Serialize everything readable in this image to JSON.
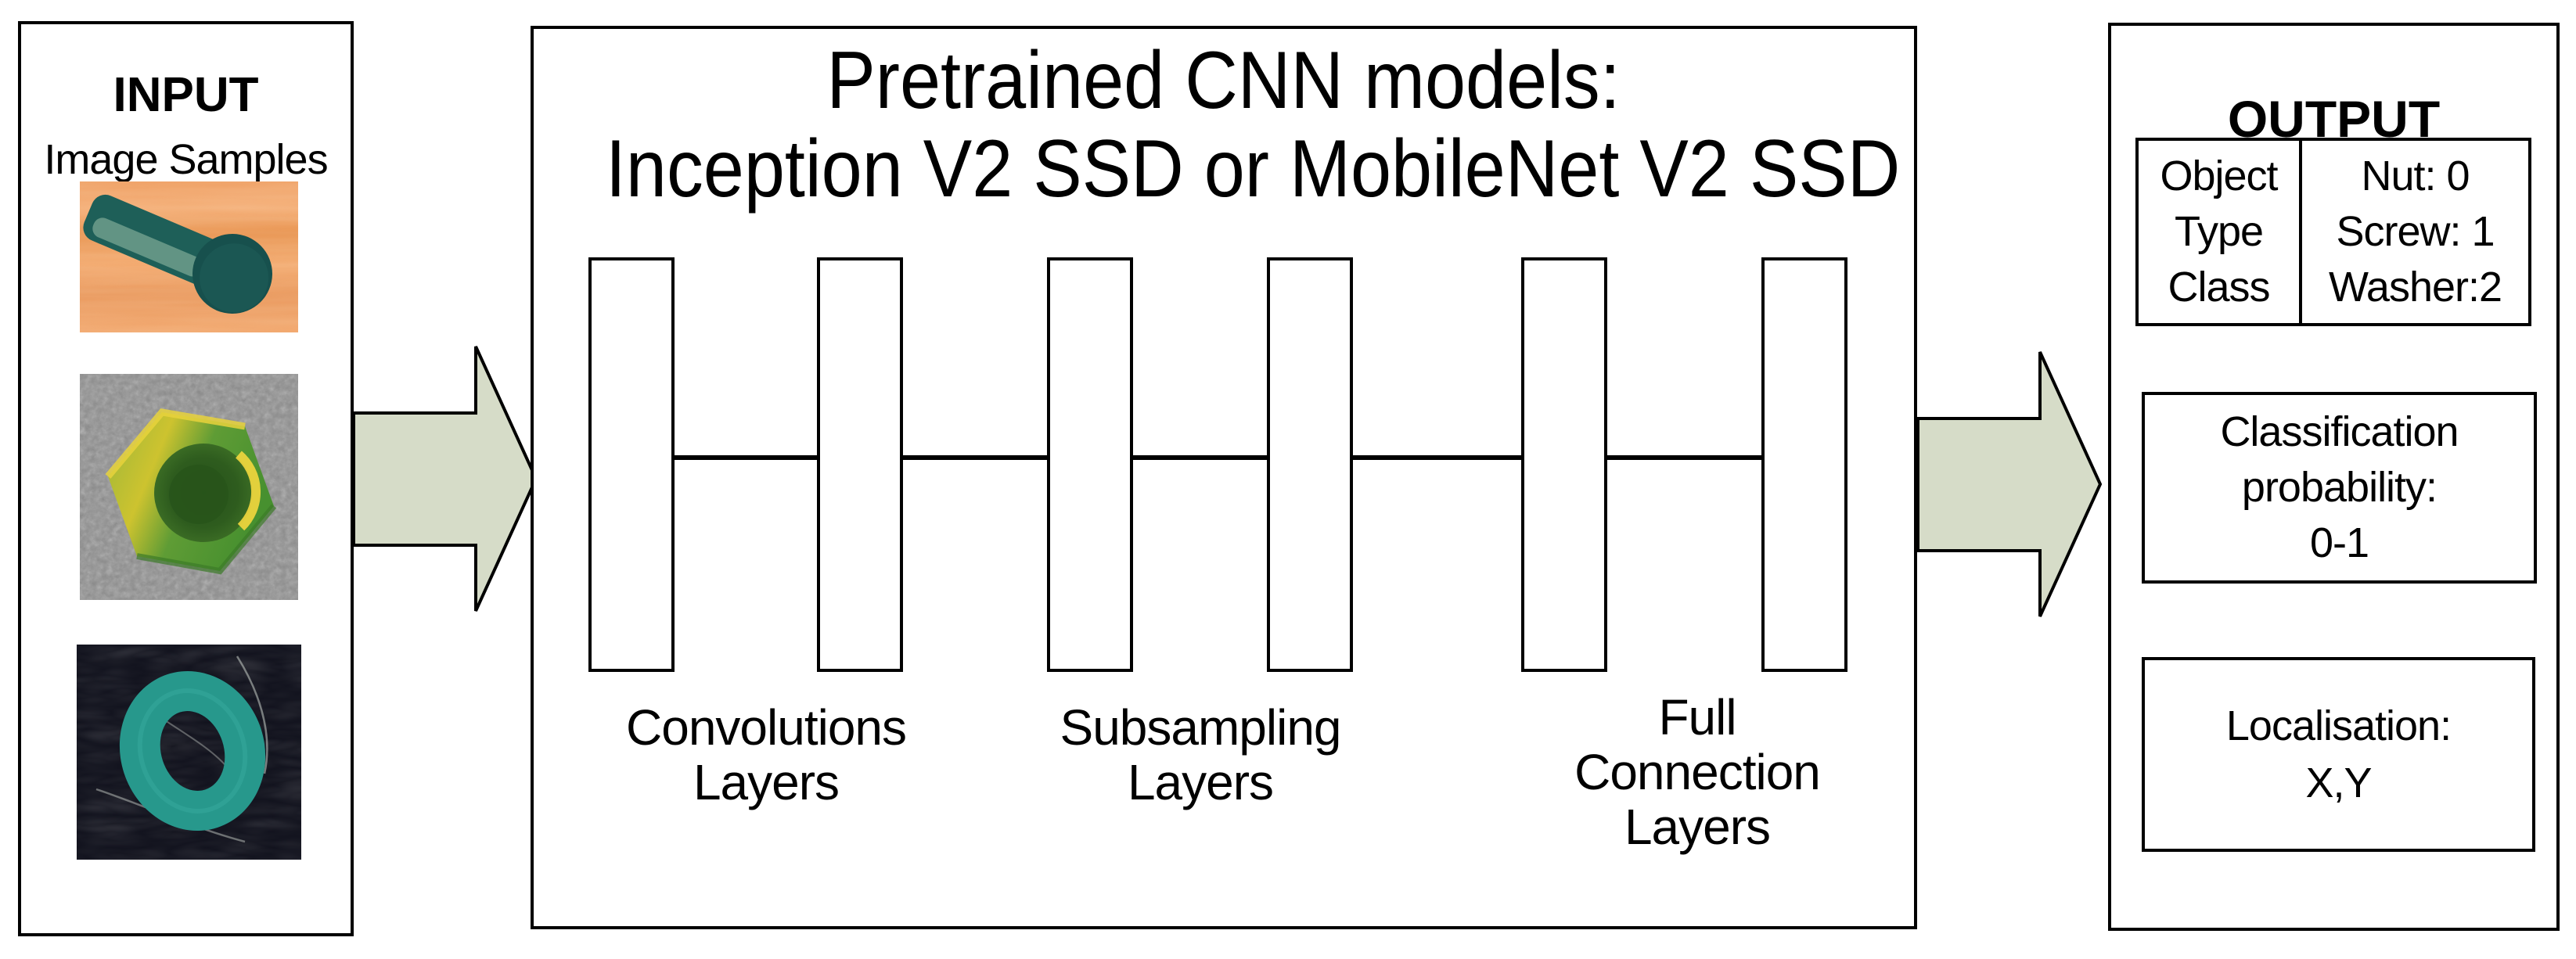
{
  "input": {
    "title": "INPUT",
    "subtitle": "Image Samples",
    "samples": [
      {
        "icon": "screw-photo"
      },
      {
        "icon": "nut-photo"
      },
      {
        "icon": "washer-photo"
      }
    ]
  },
  "cnn": {
    "title_line1": "Pretrained CNN models:",
    "title_line2": "Inception V2 SSD or MobileNet V2 SSD",
    "layer_count": "6",
    "labels": [
      {
        "line1": "Convolutions",
        "line2": "Layers"
      },
      {
        "line1": "Subsampling",
        "line2": "Layers"
      },
      {
        "line1": "Full Connection",
        "line2": "Layers"
      }
    ]
  },
  "output": {
    "title": "OUTPUT",
    "class_table": {
      "left_column": [
        "Object",
        "Type",
        "Class"
      ],
      "right_column": [
        "Nut: 0",
        "Screw: 1",
        "Washer:2"
      ]
    },
    "probability_box": {
      "line1": "Classification",
      "line2": "probability:",
      "line3": "0-1"
    },
    "localisation_box": {
      "line1": "Localisation:",
      "line2": "X,Y"
    }
  },
  "colors": {
    "arrow_fill": "#d6dcc8",
    "outline": "#000000"
  }
}
